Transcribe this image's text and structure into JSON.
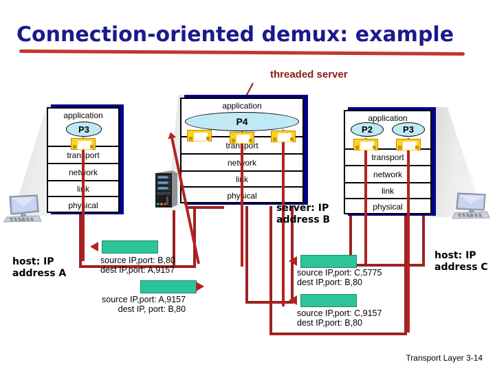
{
  "slide": {
    "title": "Connection-oriented demux: example",
    "footer": "Transport Layer 3-14",
    "accent_title_color": "#1a1a8c",
    "rule_color": "#c0392b",
    "wire_color": "#A02020",
    "packet_color": "#2EC49A",
    "socket_color": "#FFD21E",
    "process_color": "#BFE9F5"
  },
  "callout": {
    "threaded_server": "threaded server"
  },
  "stacks": [
    {
      "id": "host-a",
      "app_label": "application",
      "processes": [
        "P3"
      ],
      "layers": [
        "transport",
        "network",
        "link",
        "physical"
      ]
    },
    {
      "id": "server-b",
      "app_label": "application",
      "processes": [
        "P4"
      ],
      "layers": [
        "transport",
        "network",
        "link",
        "physical"
      ]
    },
    {
      "id": "host-c",
      "app_label": "application",
      "processes": [
        "P2",
        "P3"
      ],
      "layers": [
        "transport",
        "network",
        "link",
        "physical"
      ]
    }
  ],
  "hosts": [
    {
      "id": "host-a",
      "line1": "host: IP",
      "line2": "address A"
    },
    {
      "id": "server-b",
      "line1": "server: IP",
      "line2": "address B"
    },
    {
      "id": "host-c",
      "line1": "host: IP",
      "line2": "address C"
    }
  ],
  "packets": [
    {
      "id": "pkt-b80-to-a9157",
      "source": "source IP,port: B,80",
      "dest": "dest IP,port: A,9157",
      "direction": "left"
    },
    {
      "id": "pkt-a9157-to-b80",
      "source": "source IP,port: A,9157",
      "dest": "dest IP, port: B,80",
      "direction": "right"
    },
    {
      "id": "pkt-c5775-to-b80",
      "source": "source IP,port: C,5775",
      "dest": "dest IP,port: B,80",
      "direction": "left"
    },
    {
      "id": "pkt-c9157-to-b80",
      "source": "source IP,port: C,9157",
      "dest": "dest IP,port: B,80",
      "direction": "left"
    }
  ]
}
